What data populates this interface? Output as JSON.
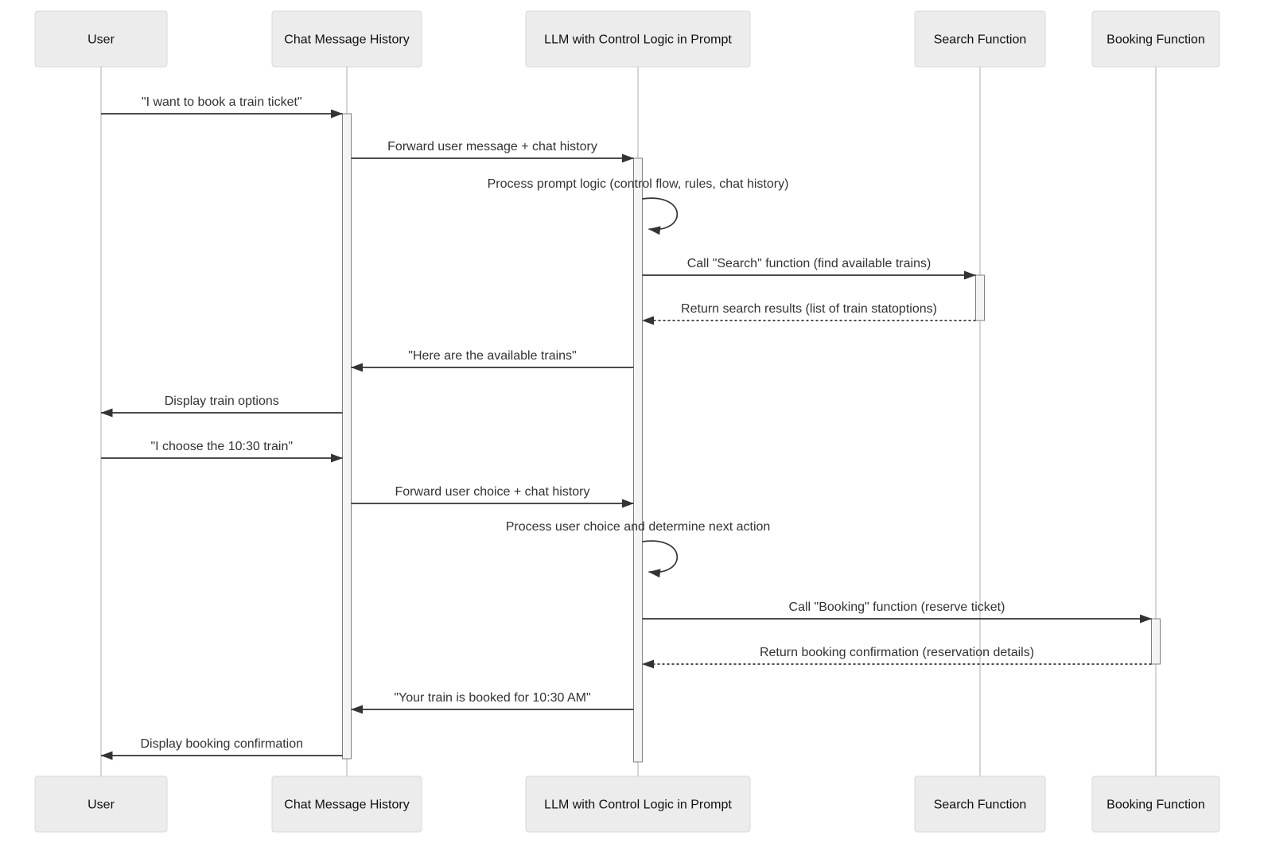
{
  "diagram": {
    "type": "sequence",
    "participants": [
      {
        "name": "User"
      },
      {
        "name": "Chat Message History"
      },
      {
        "name": "LLM with Control Logic in Prompt"
      },
      {
        "name": "Search Function"
      },
      {
        "name": "Booking Function"
      }
    ],
    "messages": [
      {
        "from": "User",
        "to": "Chat Message History",
        "style": "solid",
        "text": "\"I want to book a train ticket\""
      },
      {
        "from": "Chat Message History",
        "to": "LLM with Control Logic in Prompt",
        "style": "solid",
        "text": "Forward user message + chat history"
      },
      {
        "from": "LLM with Control Logic in Prompt",
        "to": "LLM with Control Logic in Prompt",
        "style": "self",
        "text": "Process prompt logic (control flow, rules, chat history)"
      },
      {
        "from": "LLM with Control Logic in Prompt",
        "to": "Search Function",
        "style": "solid",
        "text": "Call \"Search\" function (find available trains)"
      },
      {
        "from": "Search Function",
        "to": "LLM with Control Logic in Prompt",
        "style": "dashed",
        "text": "Return search results (list of train statoptions)"
      },
      {
        "from": "LLM with Control Logic in Prompt",
        "to": "Chat Message History",
        "style": "solid",
        "text": "\"Here are the available trains\""
      },
      {
        "from": "Chat Message History",
        "to": "User",
        "style": "solid",
        "text": "Display train options"
      },
      {
        "from": "User",
        "to": "Chat Message History",
        "style": "solid",
        "text": "\"I choose the 10:30 train\""
      },
      {
        "from": "Chat Message History",
        "to": "LLM with Control Logic in Prompt",
        "style": "solid",
        "text": "Forward user choice + chat history"
      },
      {
        "from": "LLM with Control Logic in Prompt",
        "to": "LLM with Control Logic in Prompt",
        "style": "self",
        "text": "Process user choice and determine next action"
      },
      {
        "from": "LLM with Control Logic in Prompt",
        "to": "Booking Function",
        "style": "solid",
        "text": "Call \"Booking\" function (reserve ticket)"
      },
      {
        "from": "Booking Function",
        "to": "LLM with Control Logic in Prompt",
        "style": "dashed",
        "text": "Return booking confirmation (reservation details)"
      },
      {
        "from": "LLM with Control Logic in Prompt",
        "to": "Chat Message History",
        "style": "solid",
        "text": "\"Your train is booked for 10:30 AM\""
      },
      {
        "from": "Chat Message History",
        "to": "User",
        "style": "solid",
        "text": "Display booking confirmation"
      }
    ],
    "colors": {
      "background": "#ffffff",
      "actor_fill": "#ececec",
      "actor_border": "#d9d9d9",
      "actor_text": "#111111",
      "message_line": "#333333",
      "message_text": "#333333",
      "lifeline": "#cccccc",
      "activation_fill": "#f4f4f4",
      "activation_border": "#808080"
    }
  }
}
